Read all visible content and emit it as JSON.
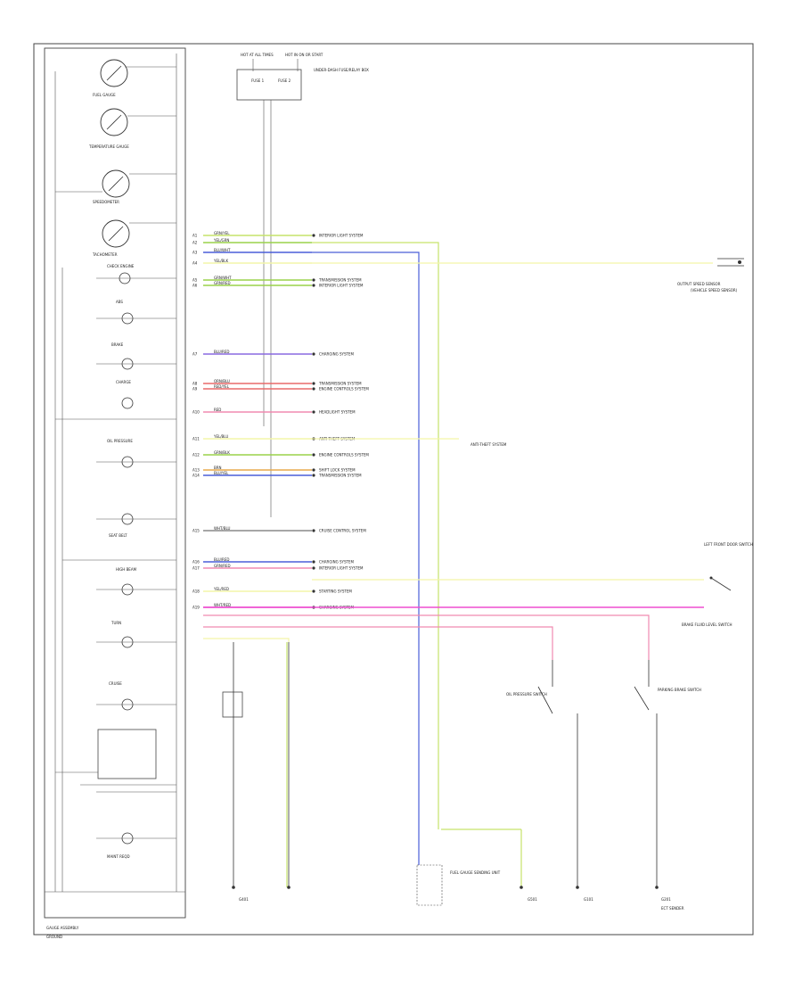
{
  "colors": {
    "green": "#9ad24a",
    "yellow_green": "#c6e36a",
    "blue": "#4a5ed8",
    "light_yellow": "#f3f5a8",
    "red": "#e86a6a",
    "orange": "#e8a84a",
    "magenta": "#ee4fd0",
    "pink": "#f08ab0",
    "violet": "#8a6ae0",
    "light_blue": "#7fb7ee",
    "gray": "#888888",
    "black": "#333333"
  },
  "gauges": [
    {
      "label": "FUEL GAUGE"
    },
    {
      "label": "TEMPERATURE GAUGE"
    },
    {
      "label": "SPEEDOMETER"
    },
    {
      "label": "TACHOMETER"
    }
  ],
  "indicators": [
    {
      "label": "CHECK ENGINE"
    },
    {
      "label": "ABS"
    },
    {
      "label": "BRAKE"
    },
    {
      "label": "CHARGE"
    },
    {
      "label": "OIL PRESSURE"
    },
    {
      "label": "SEAT BELT"
    },
    {
      "label": "HIGH BEAM"
    },
    {
      "label": "TURN"
    },
    {
      "label": "CRUISE"
    },
    {
      "label": "MAINT REQD"
    }
  ],
  "fuse_box": {
    "top_label_1": "HOT AT ALL TIMES",
    "top_label_2": "HOT IN ON OR START",
    "title": "UNDER-DASH FUSE/RELAY BOX",
    "fuse_a": "FUSE 1",
    "fuse_b": "FUSE 2"
  },
  "connectors": [
    {
      "label": "A1",
      "wire": "GRN/YEL",
      "dest": "INTERIOR LIGHT SYSTEM"
    },
    {
      "label": "A2",
      "wire": "YEL/GRN"
    },
    {
      "label": "A3",
      "wire": "BLU/WHT"
    },
    {
      "label": "A4",
      "wire": "YEL/BLK"
    },
    {
      "label": "A5",
      "wire": "GRN/WHT",
      "dest": "TRANSMISSION SYSTEM"
    },
    {
      "label": "A6",
      "wire": "GRN/RED",
      "dest": "INTERIOR LIGHT SYSTEM"
    },
    {
      "label": "A7",
      "wire": "BLU/RED",
      "dest": "CHARGING SYSTEM"
    },
    {
      "label": "A8",
      "wire": "ORN/BLU",
      "dest": "TRANSMISSION SYSTEM"
    },
    {
      "label": "A9",
      "wire": "RED/YEL",
      "dest": "ENGINE CONTROLS SYSTEM"
    },
    {
      "label": "A10",
      "wire": "RED",
      "dest": "HEADLIGHT SYSTEM"
    },
    {
      "label": "A11",
      "wire": "YEL/BLU",
      "dest": "ANTI-THEFT SYSTEM"
    },
    {
      "label": "A12",
      "wire": "GRN/BLK",
      "dest": "ENGINE CONTROLS SYSTEM"
    },
    {
      "label": "A13",
      "wire": "BRN",
      "dest": "SHIFT LOCK SYSTEM"
    },
    {
      "label": "A14",
      "wire": "BLU/YEL",
      "dest": "TRANSMISSION SYSTEM"
    },
    {
      "label": "A15",
      "wire": "WHT/BLU",
      "dest": "CRUISE CONTROL SYSTEM"
    },
    {
      "label": "A16",
      "wire": "BLU/RED",
      "dest": "CHARGING SYSTEM"
    },
    {
      "label": "A17",
      "wire": "GRN/RED",
      "dest": "INTERIOR LIGHT SYSTEM"
    },
    {
      "label": "A18",
      "wire": "YEL/RED",
      "dest": "STARTING SYSTEM"
    },
    {
      "label": "A19",
      "wire": "WHT/RED",
      "dest": "CHARGING SYSTEM"
    }
  ],
  "right_components": {
    "sensor_top": "OUTPUT SPEED SENSOR",
    "sensor_top_sub": "(VEHICLE SPEED SENSOR)",
    "anti_theft": "ANTI-THEFT SYSTEM",
    "door_switch": "LEFT FRONT DOOR SWITCH",
    "oil_switch": "OIL PRESSURE SWITCH",
    "brake_switch": "BRAKE FLUID LEVEL SWITCH",
    "parking_switch": "PARKING BRAKE SWITCH",
    "fuel_unit": "FUEL GAUGE SENDING UNIT",
    "temp_unit": "ECT SENDER",
    "ground_1": "G401",
    "ground_2": "G501",
    "ground_3": "G101",
    "ground_4": "G201"
  },
  "bottom": {
    "cluster_label": "GAUGE ASSEMBLY",
    "ground_label": "GROUND"
  }
}
